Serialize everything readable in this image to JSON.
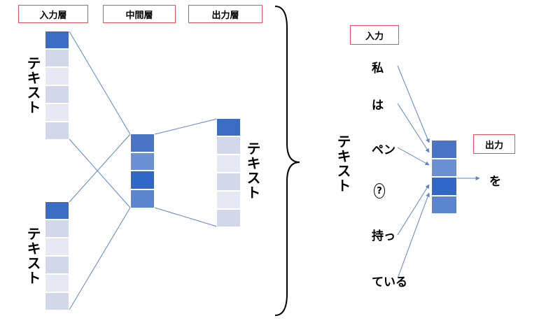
{
  "left": {
    "labels": {
      "input": "入力層",
      "middle": "中間層",
      "output": "出力層"
    },
    "text_label": "テキスト"
  },
  "right": {
    "input_label": "入力",
    "output_label": "出力",
    "text_label": "テキスト",
    "words": [
      "私",
      "は",
      "ペン",
      "?",
      "持っ",
      "ている"
    ],
    "output_word": "を"
  },
  "colors": {
    "box_border": "#e2535b",
    "line": "#5b85c7",
    "brace": "#000000",
    "cell_dark": "#3a6cc4",
    "cell_mid": "#5b85cf",
    "cell_light": "#d2d7ea",
    "cell_lighter": "#e6e9f3"
  }
}
